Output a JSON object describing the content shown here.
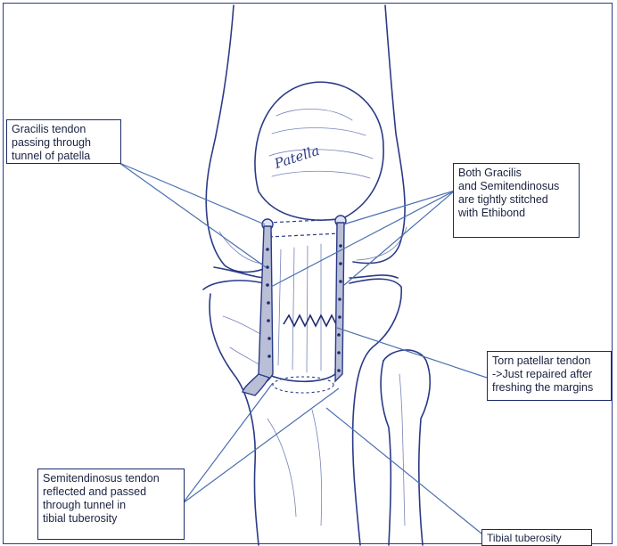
{
  "colors": {
    "ink": "#2b3a86",
    "leader": "#4a6fb0",
    "box_border": "#1a2a6a",
    "text": "#1a2240",
    "frame": "#2a3a8a"
  },
  "drawing": {
    "patella_label": "Patella"
  },
  "labels": {
    "gracilis": [
      "Gracilis tendon",
      "passing through",
      "tunnel of patella"
    ],
    "stitched": [
      "Both Gracilis",
      "and Semitendinosus",
      "are tightly stitched",
      "with Ethibond"
    ],
    "torn": [
      "Torn patellar tendon",
      "->Just repaired after",
      "freshing the margins"
    ],
    "semitendinosus": [
      "Semitendinosus tendon",
      "reflected and passed",
      "through tunnel in",
      "tibial tuberosity"
    ],
    "tibial": [
      "Tibial tuberosity"
    ]
  }
}
